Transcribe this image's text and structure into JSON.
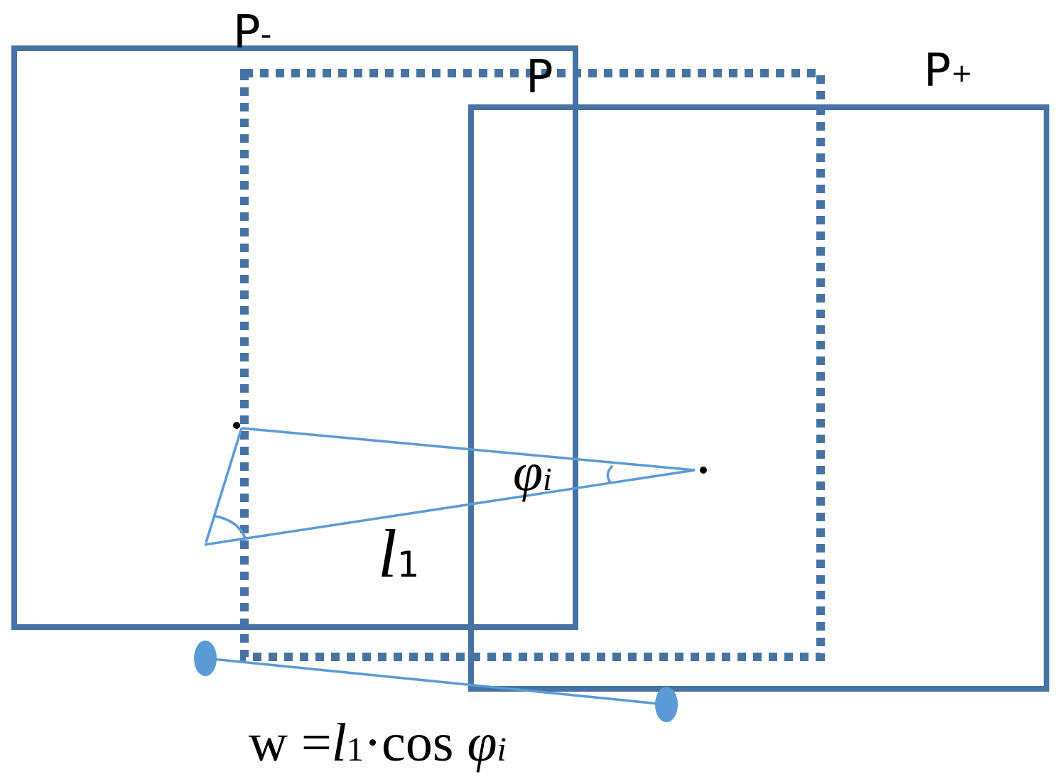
{
  "labels": {
    "p_minus": {
      "base": "P",
      "sub": "-"
    },
    "p": "P",
    "p_plus": {
      "base": "P",
      "sub": "+"
    },
    "phi": {
      "base": "φ",
      "sub": "i"
    },
    "l1": {
      "base": "l",
      "sub": "1"
    }
  },
  "formula": {
    "lhs": "w =",
    "l": "l",
    "l_sub": "1",
    "dot_cos": "·cos ",
    "phi": "φ",
    "phi_sub": "i"
  },
  "colors": {
    "frame": "#4673a4",
    "construction": "#5b9bd5",
    "ink": "#000000"
  }
}
